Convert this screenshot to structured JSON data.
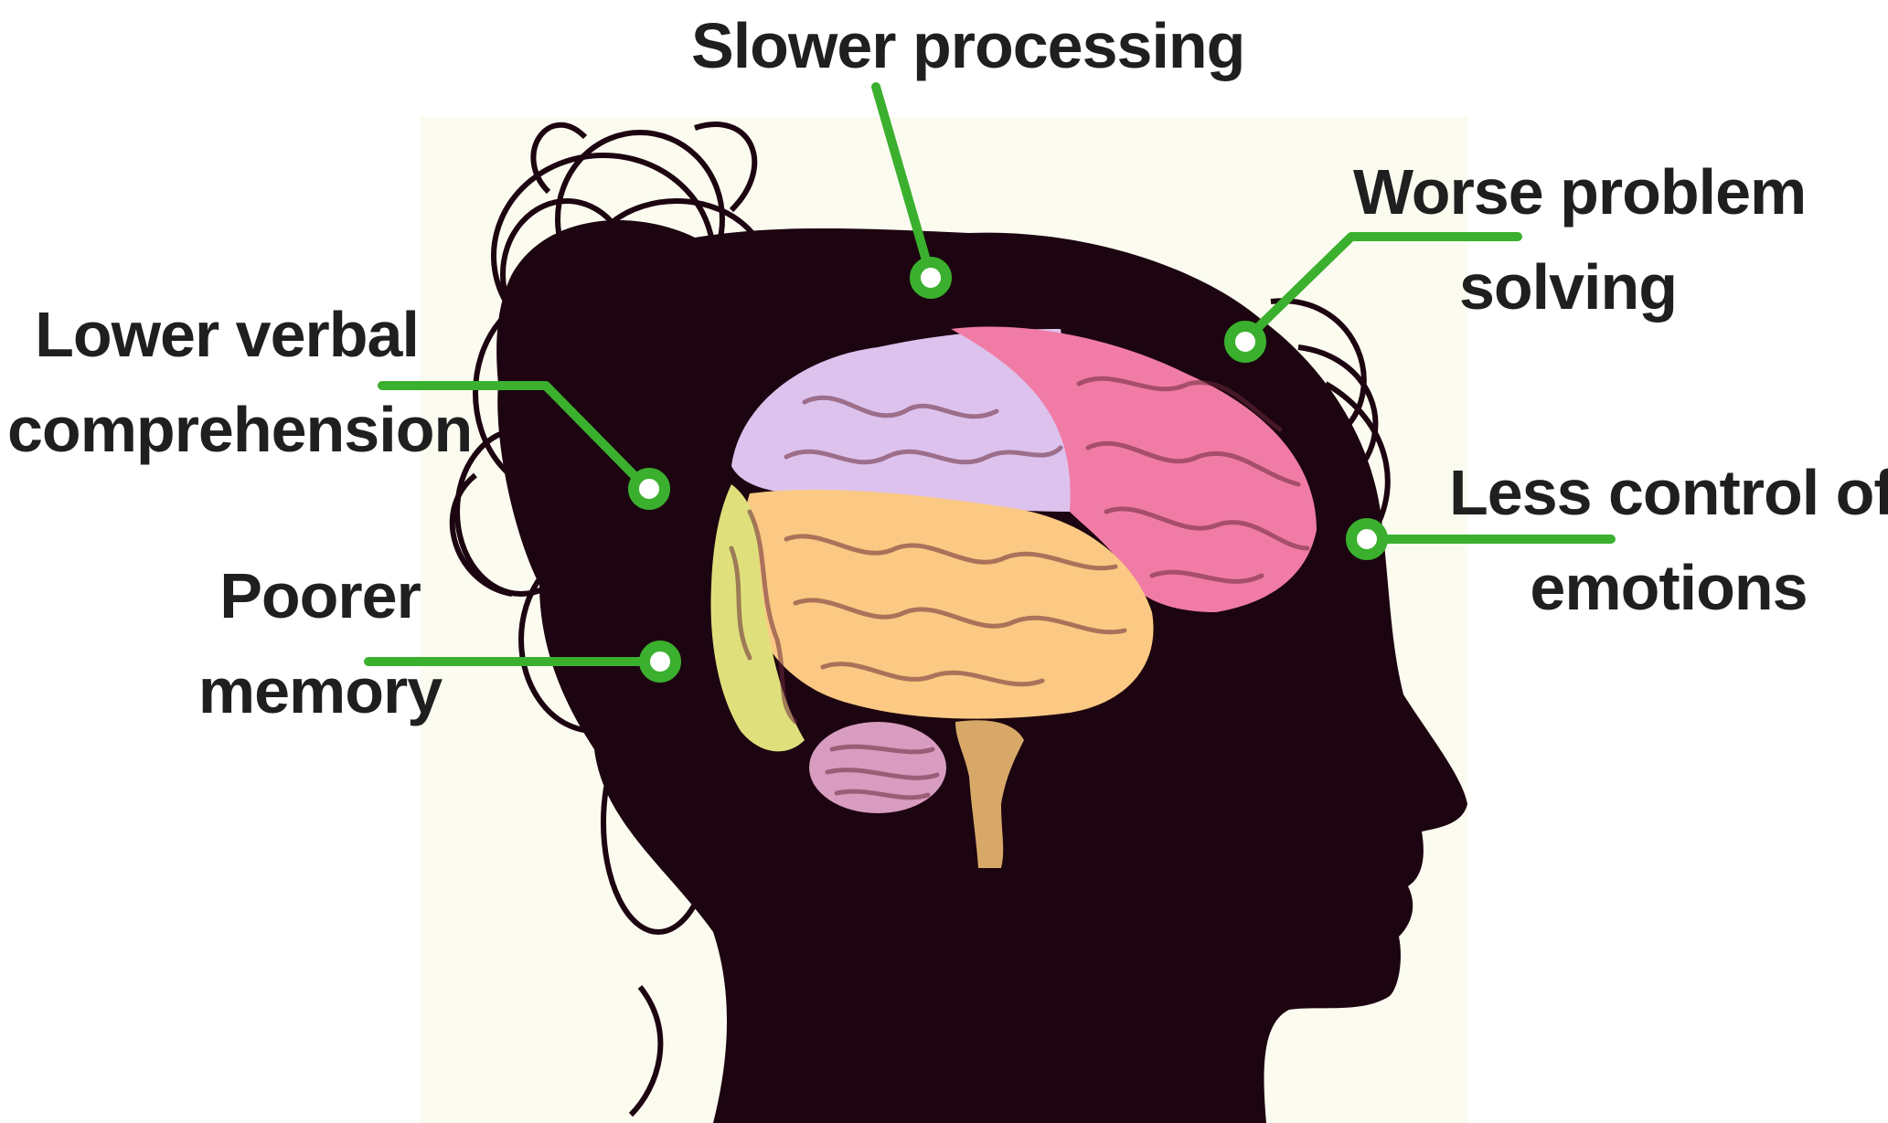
{
  "colors": {
    "background_panel": "#fbfbef",
    "silhouette": "#1c0410",
    "accent_green": "#3ab02e",
    "label_text": "#1f1f1f",
    "brain_lobes": [
      "#ddc2ee",
      "#f07ca6",
      "#fbc983",
      "#dfe07c",
      "#d89cc0",
      "#d7a868"
    ]
  },
  "callouts": {
    "slower_processing": {
      "lines": [
        "Slower processing"
      ]
    },
    "worse_problem_solving": {
      "lines": [
        "Worse problem",
        "solving"
      ]
    },
    "lower_verbal_comprehension": {
      "lines": [
        "Lower verbal",
        "comprehension"
      ]
    },
    "less_control_of_emotions": {
      "lines": [
        "Less control of",
        "emotions"
      ]
    },
    "poorer_memory": {
      "lines": [
        "Poorer",
        "memory"
      ]
    }
  }
}
